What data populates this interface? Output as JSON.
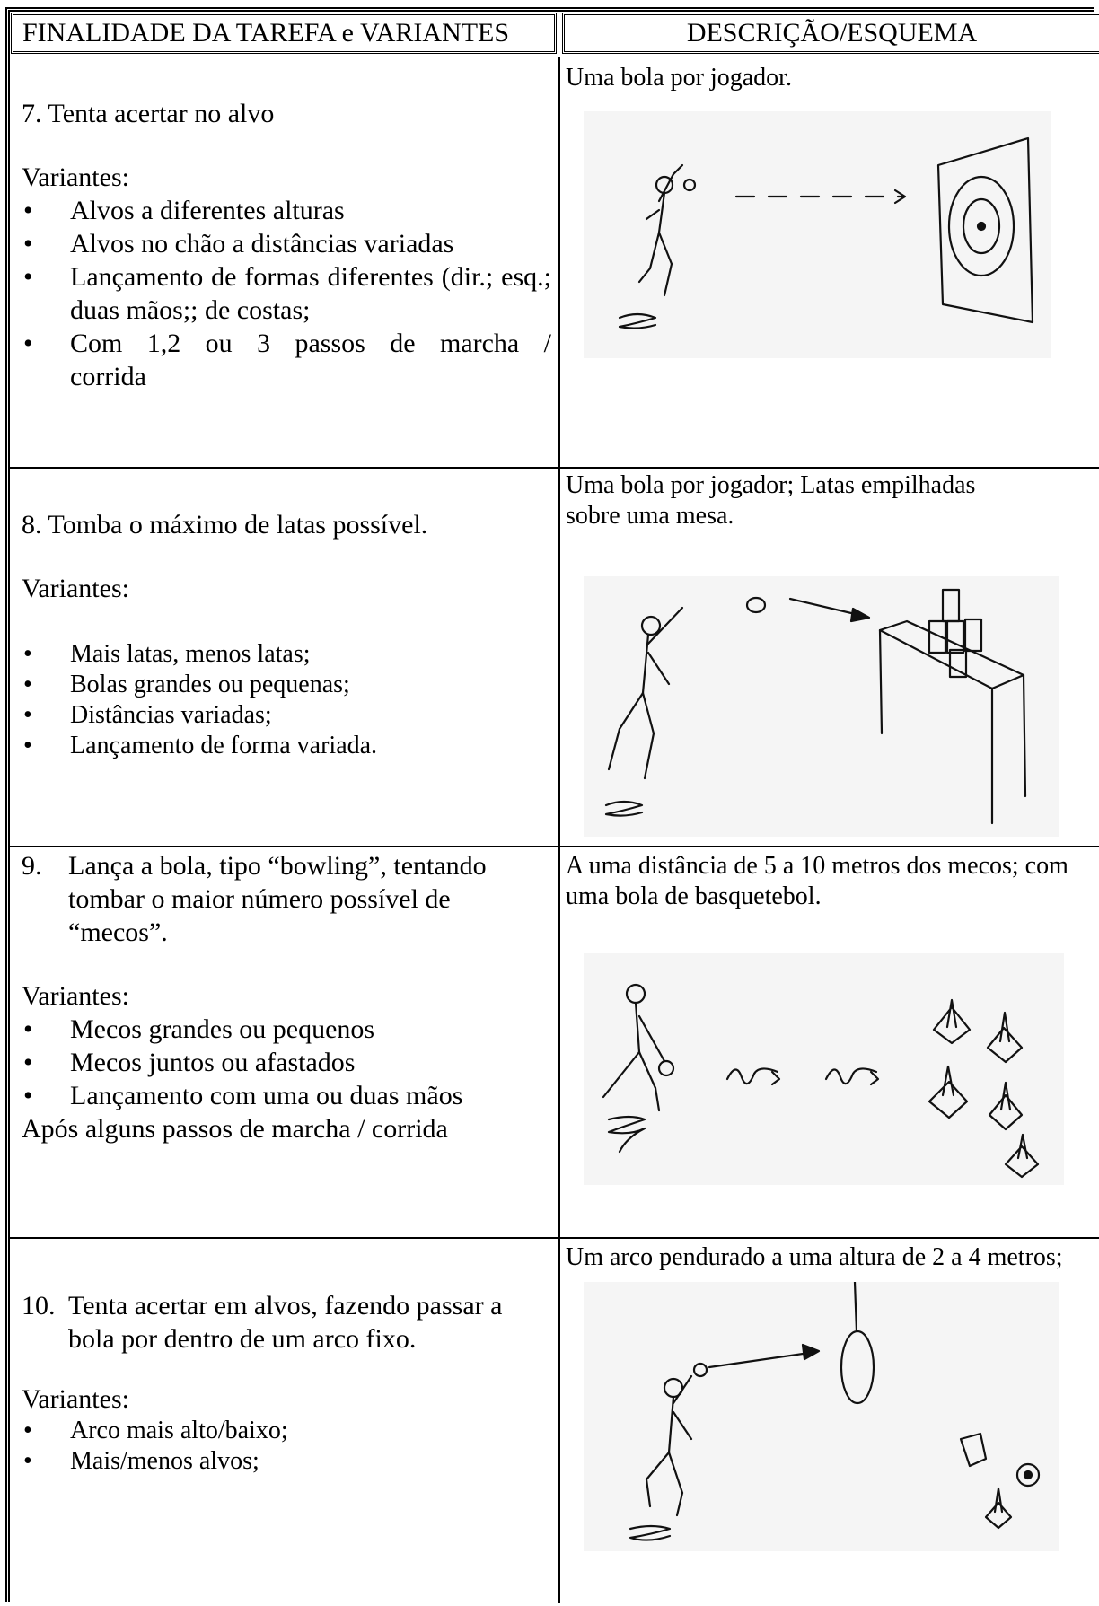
{
  "header": {
    "left_title": "FINALIDADE DA TAREFA e VARIANTES",
    "right_title": "DESCRIÇÃO/ESQUEMA"
  },
  "rows": [
    {
      "task": "7. Tenta acertar no alvo",
      "variants_label": "Variantes:",
      "variants": [
        "Alvos a diferentes alturas",
        "Alvos no chão a distâncias variadas",
        "Lançamento de formas diferentes (dir.; esq.; duas mãos;; de costas;",
        "Com 1,2 ou 3 passos de marcha / corrida"
      ],
      "description": "Uma bola por jogador.",
      "sketch_icon": "target-throw-sketch"
    },
    {
      "task": "8. Tomba o máximo de latas possível.",
      "variants_label": "Variantes:",
      "variants": [
        "Mais latas, menos latas;",
        "Bolas grandes ou pequenas;",
        "Distâncias variadas;",
        "Lançamento de forma variada."
      ],
      "description": "Uma bola por jogador; Latas empilhadas sobre uma mesa.",
      "sketch_icon": "cans-on-table-sketch"
    },
    {
      "task_number": "9.",
      "task": "Lança a bola, tipo “bowling”, tentando tombar o maior número possível de “mecos”.",
      "variants_label": "Variantes:",
      "variants": [
        "Mecos grandes ou pequenos",
        "Mecos juntos ou afastados",
        "Lançamento com uma ou duas mãos"
      ],
      "extra": "Após alguns passos de marcha / corrida",
      "description": "A uma distância de 5 a 10 metros dos mecos; com uma bola de basquetebol.",
      "sketch_icon": "bowling-cones-sketch"
    },
    {
      "task_number": "10.",
      "task": "Tenta acertar em alvos, fazendo passar a bola por dentro de um arco fixo.",
      "variants_label": "Variantes:",
      "variants": [
        "Arco mais alto/baixo;",
        "Mais/menos alvos;"
      ],
      "description": "Um arco pendurado a uma altura de 2 a 4 metros;",
      "sketch_icon": "hoop-targets-sketch"
    }
  ]
}
